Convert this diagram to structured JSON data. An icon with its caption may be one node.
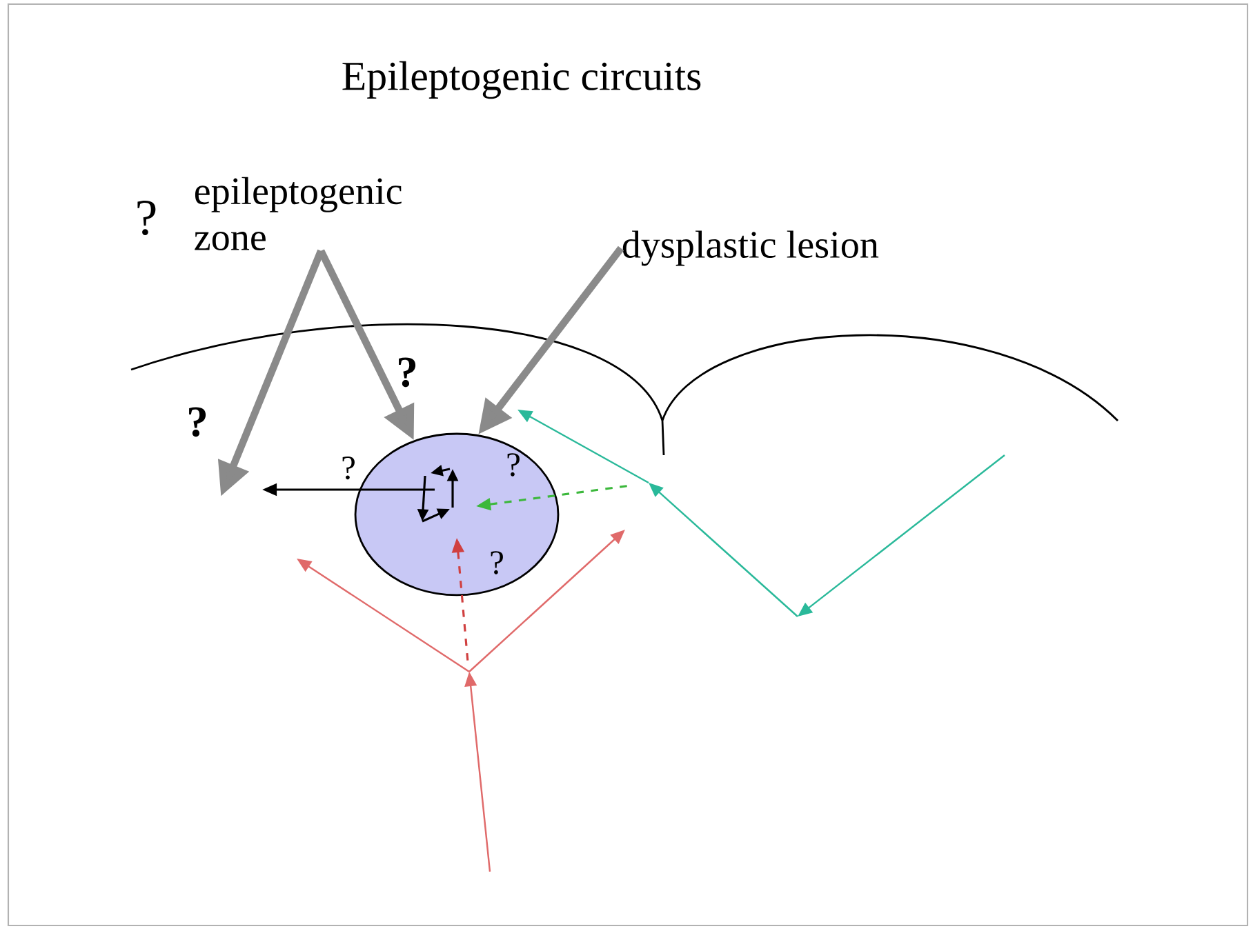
{
  "diagram": {
    "title": "Epileptogenic circuits",
    "nodes": [
      {
        "text": [
          "epileptogenic zone"
        ]
      },
      {
        "text": [
          "dysplastic lesion"
        ]
      },
      {
        "text": [],
        "shape": "circle"
      }
    ],
    "edges": [
      {
        "from": 0,
        "to": null,
        "arrow": "to",
        "style": "thick"
      },
      {
        "from": 0,
        "to": 2,
        "arrow": "to",
        "style": "thick"
      },
      {
        "from": 1,
        "to": 2,
        "arrow": "to",
        "style": "thick"
      },
      {
        "from": 2,
        "to": null,
        "arrow": "to",
        "label": "?",
        "color": "#000000"
      },
      {
        "from": null,
        "to": 2,
        "arrow": "to",
        "style": "dashed",
        "color": "#3cb83c"
      },
      {
        "from": null,
        "to": 2,
        "arrow": "to",
        "style": "dashed",
        "color": "#d04040"
      }
    ],
    "labels": [
      "?",
      "?",
      "?",
      "?",
      "?"
    ]
  }
}
